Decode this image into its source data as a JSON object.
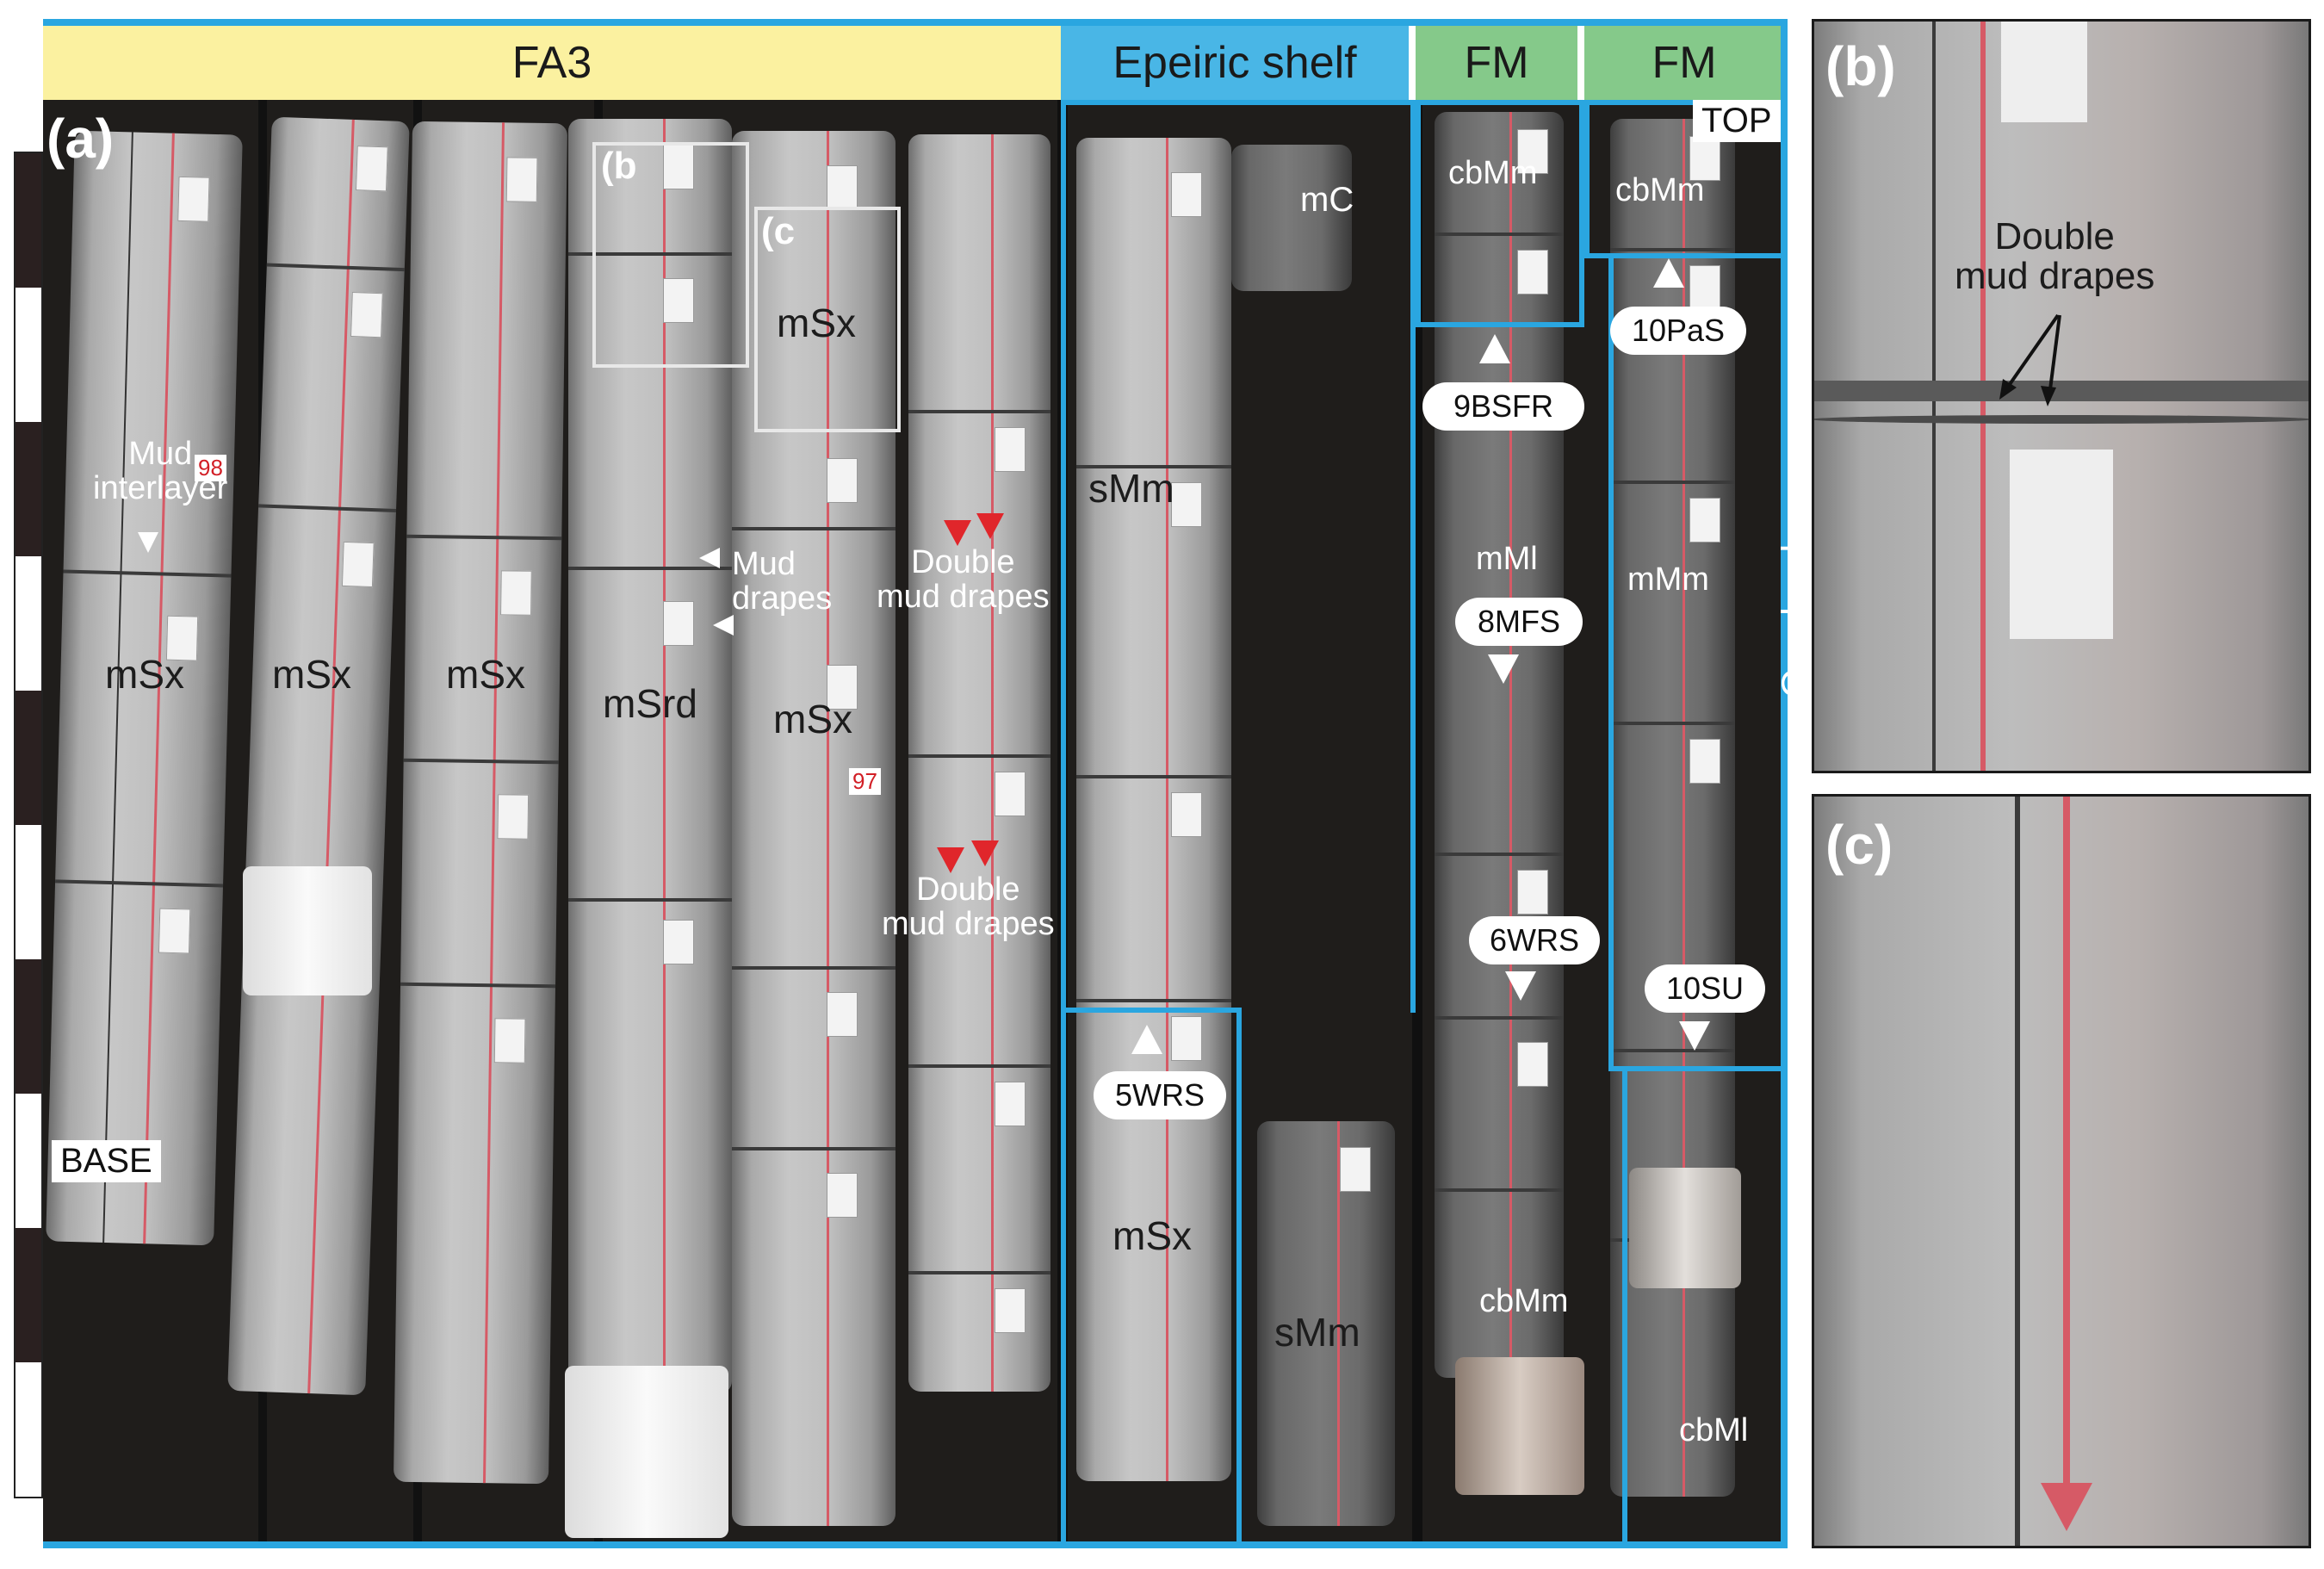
{
  "headers": {
    "fa3": "FA3",
    "epeiric_shelf": "Epeiric shelf",
    "fm_left": "FM",
    "fm_right": "FM"
  },
  "panel_labels": {
    "a": "(a)",
    "b": "(b)",
    "c": "(c)",
    "box_b": "(b",
    "box_c": "(c"
  },
  "markers": {
    "top": "TOP",
    "base": "BASE"
  },
  "facies": {
    "msx_1": "mSx",
    "msx_2": "mSx",
    "msx_3": "mSx",
    "msrd": "mSrd",
    "msx_4": "mSx",
    "msx_box_c": "mSx",
    "smm_1": "sMm",
    "mc": "mC",
    "msx_5": "mSx",
    "smm_2": "sMm",
    "cbmm_1": "cbMm",
    "mml": "mMl",
    "cbmm_2": "cbMm",
    "cbmm_3": "cbMm",
    "mmm": "mMm",
    "cbml": "cbMl"
  },
  "annotations": {
    "mud_interlayer": "Mud\ninterlayer",
    "mud_drapes": "Mud\ndrapes",
    "double_mud_drapes_1": "Double\nmud drapes",
    "double_mud_drapes_2": "Double\nmud drapes",
    "double_mud_drapes_inset": "Double\nmud drapes",
    "overbank": "Overbank",
    "num_98": "98",
    "num_97": "97"
  },
  "surfaces": {
    "s_9bsfr": "9BSFR",
    "s_8mfs": "8MFS",
    "s_6wrs": "6WRS",
    "s_5wrs": "5WRS",
    "s_10pas": "10PaS",
    "s_10su": "10SU"
  },
  "colors": {
    "fa3_header": "#fbf1a0",
    "shelf_header": "#49b6e6",
    "fm_header": "#85c98a",
    "outline_blue": "#2aa6e0",
    "red_marker": "#e0262b",
    "core_line_red": "#d65a66"
  }
}
